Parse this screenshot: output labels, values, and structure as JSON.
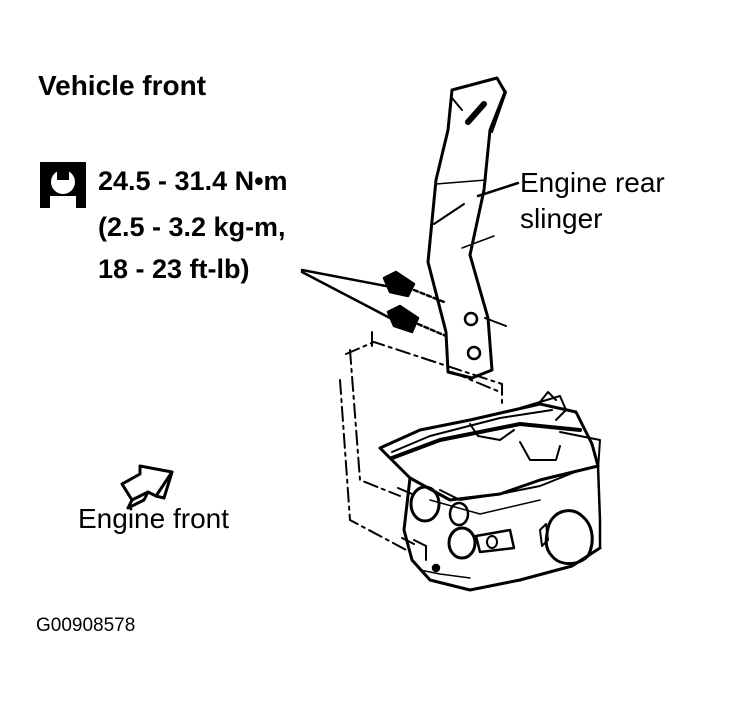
{
  "title": "Vehicle front",
  "torque": {
    "icon": "torque-wrench-icon",
    "line1": "24.5 - 31.4 N•m",
    "line2": "(2.5 - 3.2 kg-m,",
    "line3": "18 - 23 ft-lb)"
  },
  "callouts": {
    "slinger_line1": "Engine rear",
    "slinger_line2": "slinger"
  },
  "direction": {
    "icon": "arrow-icon",
    "label": "Engine front"
  },
  "figure_id": "G00908578"
}
